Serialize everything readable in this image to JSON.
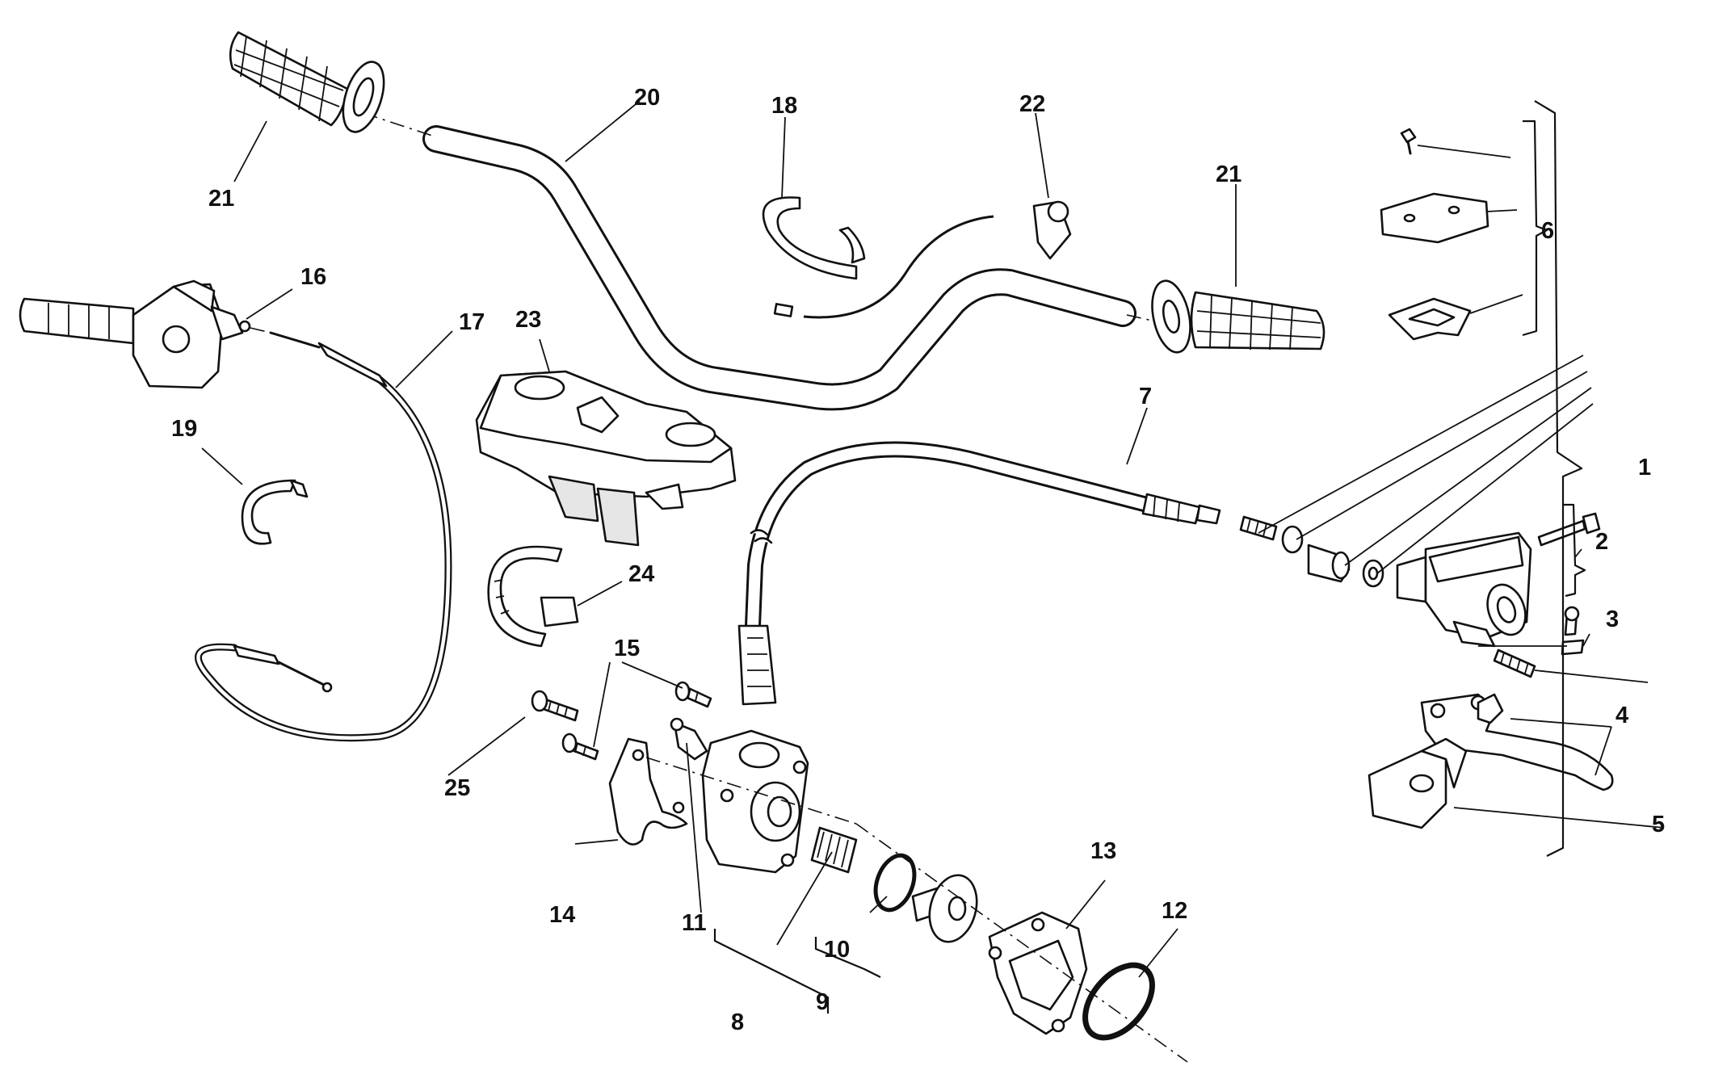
{
  "callouts": [
    {
      "id": "c1",
      "label": "1"
    },
    {
      "id": "c2",
      "label": "2"
    },
    {
      "id": "c3",
      "label": "3"
    },
    {
      "id": "c4",
      "label": "4"
    },
    {
      "id": "c5",
      "label": "5"
    },
    {
      "id": "c6",
      "label": "6"
    },
    {
      "id": "c7",
      "label": "7"
    },
    {
      "id": "c8",
      "label": "8"
    },
    {
      "id": "c9",
      "label": "9"
    },
    {
      "id": "c10",
      "label": "10"
    },
    {
      "id": "c11",
      "label": "11"
    },
    {
      "id": "c12",
      "label": "12"
    },
    {
      "id": "c13",
      "label": "13"
    },
    {
      "id": "c14",
      "label": "14"
    },
    {
      "id": "c15",
      "label": "15"
    },
    {
      "id": "c16",
      "label": "16"
    },
    {
      "id": "c17",
      "label": "17"
    },
    {
      "id": "c18",
      "label": "18"
    },
    {
      "id": "c19",
      "label": "19"
    },
    {
      "id": "c20",
      "label": "20"
    },
    {
      "id": "c21a",
      "label": "21"
    },
    {
      "id": "c21b",
      "label": "21"
    },
    {
      "id": "c22",
      "label": "22"
    },
    {
      "id": "c23",
      "label": "23"
    },
    {
      "id": "c24",
      "label": "24"
    },
    {
      "id": "c25",
      "label": "25"
    }
  ]
}
